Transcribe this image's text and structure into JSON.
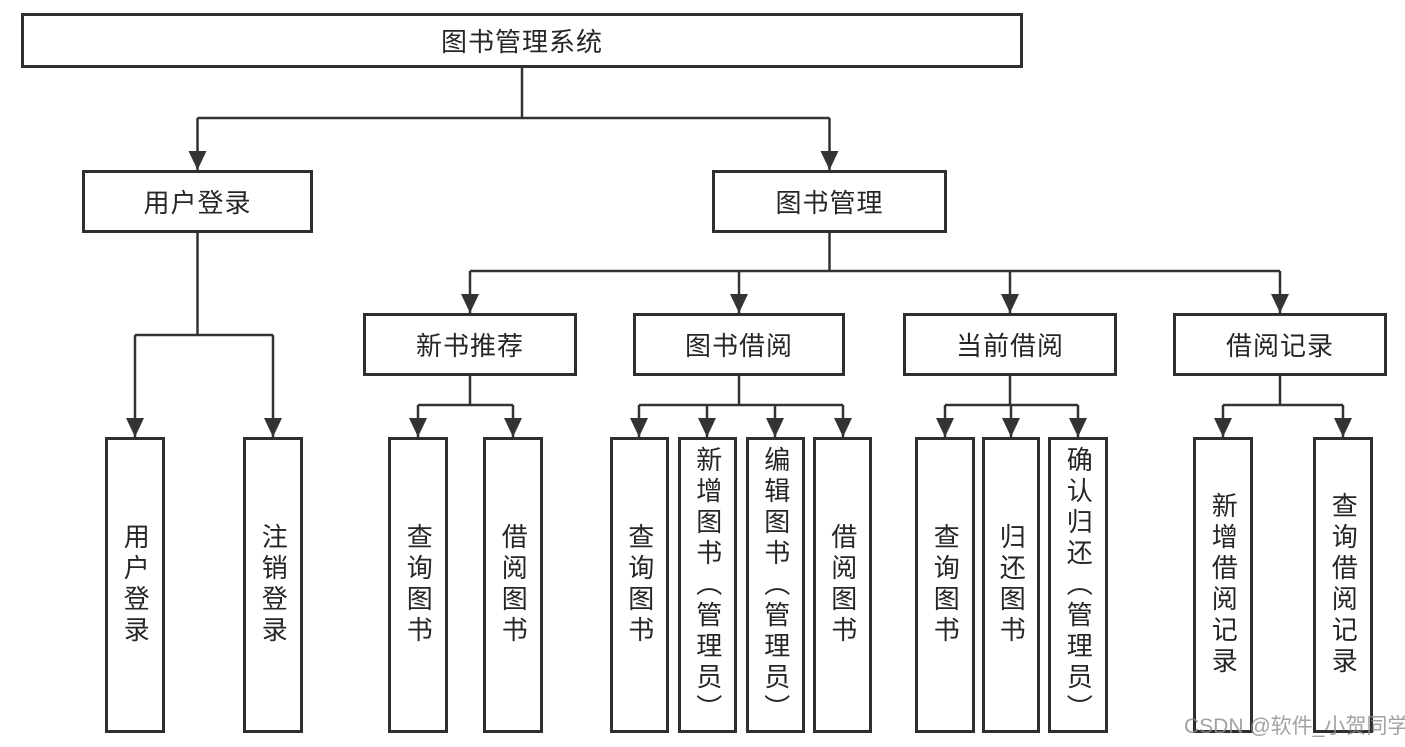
{
  "diagram": {
    "root": {
      "label": "图书管理系统"
    },
    "level2": [
      {
        "label": "用户登录"
      },
      {
        "label": "图书管理"
      }
    ],
    "level3": [
      {
        "label": "新书推荐"
      },
      {
        "label": "图书借阅"
      },
      {
        "label": "当前借阅"
      },
      {
        "label": "借阅记录"
      }
    ],
    "leaves": {
      "user_login": [
        {
          "label": "用户登录"
        },
        {
          "label": "注销登录"
        }
      ],
      "new_book": [
        {
          "label": "查询图书"
        },
        {
          "label": "借阅图书"
        }
      ],
      "book_borrow": [
        {
          "label": "查询图书"
        },
        {
          "label": "新增图书（管理员）"
        },
        {
          "label": "编辑图书（管理员）"
        },
        {
          "label": "借阅图书"
        }
      ],
      "current_borrow": [
        {
          "label": "查询图书"
        },
        {
          "label": "归还图书"
        },
        {
          "label": "确认归还（管理员）"
        }
      ],
      "borrow_records": [
        {
          "label": "新增借阅记录"
        },
        {
          "label": "查询借阅记录"
        }
      ]
    }
  },
  "watermark": {
    "text": "CSDN @软件_小贺同学"
  },
  "colors": {
    "line": "#333333",
    "border": "#2f2f2f",
    "text": "#262626",
    "watermark": "#8e8e8e",
    "background": "#ffffff"
  }
}
